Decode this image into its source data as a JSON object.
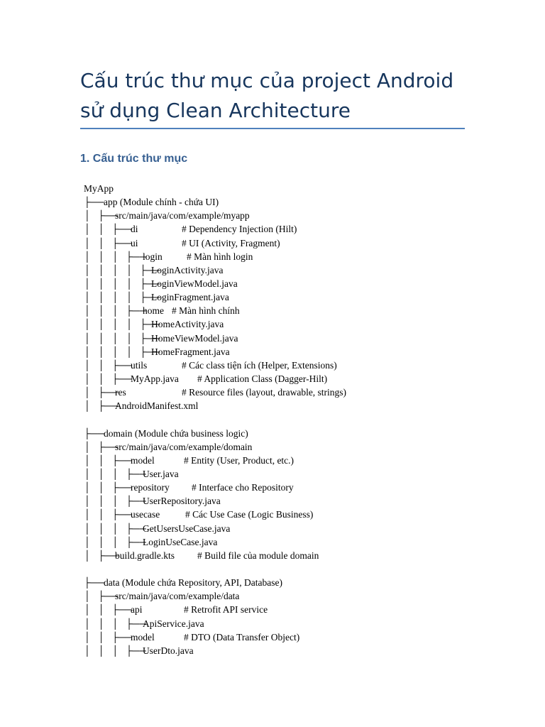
{
  "document": {
    "title": "Cấu trúc thư mục của project Android sử dụng Clean Architecture",
    "section_heading": "1. Cấu trúc thư mục"
  },
  "tree": [
    {
      "guide": "",
      "name": "MyApp",
      "comment": "",
      "ni": 0,
      "ci": 0
    },
    {
      "guide": "├── ",
      "name": "app (Module chính - chứa UI)",
      "comment": "",
      "ni": 0,
      "ci": 0
    },
    {
      "guide": "│   ├── ",
      "name": "src/main/java/com/example/myapp",
      "comment": "",
      "ni": 1,
      "ci": 0
    },
    {
      "guide": "│   │   ├── ",
      "name": "di",
      "comment": "# Dependency Injection (Hilt)",
      "ni": 2,
      "ci": 3
    },
    {
      "guide": "│   │   ├── ",
      "name": "ui",
      "comment": "# UI (Activity, Fragment)",
      "ni": 2,
      "ci": 3
    },
    {
      "guide": "│   │   │   ├── ",
      "name": "login",
      "comment": "# Màn hình login",
      "ni": 3,
      "ci": 4
    },
    {
      "guide": "│   │   │   │   ├── ",
      "name": "LoginActivity.java",
      "comment": "",
      "ni": 4,
      "ci": 0
    },
    {
      "guide": "│   │   │   │   ├── ",
      "name": "LoginViewModel.java",
      "comment": "",
      "ni": 4,
      "ci": 0
    },
    {
      "guide": "│   │   │   │   ├── ",
      "name": "LoginFragment.java",
      "comment": "",
      "ni": 4,
      "ci": 0
    },
    {
      "guide": "│   │   │   ├── ",
      "name": "home",
      "comment": "# Màn hình chính",
      "ni": 3,
      "ci": 5
    },
    {
      "guide": "│   │   │   │   ├── ",
      "name": "HomeActivity.java",
      "comment": "",
      "ni": 4,
      "ci": 0
    },
    {
      "guide": "│   │   │   │   ├── ",
      "name": "HomeViewModel.java",
      "comment": "",
      "ni": 4,
      "ci": 0
    },
    {
      "guide": "│   │   │   │   ├── ",
      "name": "HomeFragment.java",
      "comment": "",
      "ni": 4,
      "ci": 0
    },
    {
      "guide": "│   │   ├── ",
      "name": "utils",
      "comment": "# Các class tiện ích (Helper, Extensions)",
      "ni": 2,
      "ci": 3
    },
    {
      "guide": "│   │   ├── ",
      "name": "MyApp.java",
      "comment": "# Application Class (Dagger-Hilt)",
      "ni": 2,
      "ci": 6
    },
    {
      "guide": "│   ├── ",
      "name": "res",
      "comment": "# Resource files (layout, drawable, strings)",
      "ni": 1,
      "ci": 3
    },
    {
      "guide": "│   ├── ",
      "name": "AndroidManifest.xml",
      "comment": "",
      "ni": 1,
      "ci": 0
    },
    {
      "guide": "",
      "name": "",
      "comment": "",
      "ni": 0,
      "ci": 0
    },
    {
      "guide": "├── ",
      "name": "domain (Module chứa business logic)",
      "comment": "",
      "ni": 0,
      "ci": 0
    },
    {
      "guide": "│   ├── ",
      "name": "src/main/java/com/example/domain",
      "comment": "",
      "ni": 1,
      "ci": 0
    },
    {
      "guide": "│   │   ├── ",
      "name": "model",
      "comment": "# Entity (User, Product, etc.)",
      "ni": 2,
      "ci": 7
    },
    {
      "guide": "│   │   │   ├── ",
      "name": "User.java",
      "comment": "",
      "ni": 3,
      "ci": 0
    },
    {
      "guide": "│   │   ├── ",
      "name": "repository",
      "comment": "# Interface cho Repository",
      "ni": 2,
      "ci": 8
    },
    {
      "guide": "│   │   │   ├── ",
      "name": "UserRepository.java",
      "comment": "",
      "ni": 3,
      "ci": 0
    },
    {
      "guide": "│   │   ├── ",
      "name": "usecase",
      "comment": "# Các Use Case (Logic Business)",
      "ni": 2,
      "ci": 9
    },
    {
      "guide": "│   │   │   ├── ",
      "name": "GetUsersUseCase.java",
      "comment": "",
      "ni": 3,
      "ci": 0
    },
    {
      "guide": "│   │   │   ├── ",
      "name": "LoginUseCase.java",
      "comment": "",
      "ni": 3,
      "ci": 0
    },
    {
      "guide": "│   ├── ",
      "name": "build.gradle.kts",
      "comment": "# Build file của module domain",
      "ni": 1,
      "ci": 6
    },
    {
      "guide": "",
      "name": "",
      "comment": "",
      "ni": 0,
      "ci": 0
    },
    {
      "guide": "├── ",
      "name": "data (Module chứa Repository, API, Database)",
      "comment": "",
      "ni": 0,
      "ci": 0
    },
    {
      "guide": "│   ├── ",
      "name": "src/main/java/com/example/data",
      "comment": "",
      "ni": 1,
      "ci": 0
    },
    {
      "guide": "│   │   ├── ",
      "name": "api",
      "comment": "# Retrofit API service",
      "ni": 2,
      "ci": 7
    },
    {
      "guide": "│   │   │   ├── ",
      "name": "ApiService.java",
      "comment": "",
      "ni": 3,
      "ci": 0
    },
    {
      "guide": "│   │   ├── ",
      "name": "model",
      "comment": "# DTO (Data Transfer Object)",
      "ni": 2,
      "ci": 7
    },
    {
      "guide": "│   │   │   ├── ",
      "name": "UserDto.java",
      "comment": "",
      "ni": 3,
      "ci": 0
    }
  ]
}
